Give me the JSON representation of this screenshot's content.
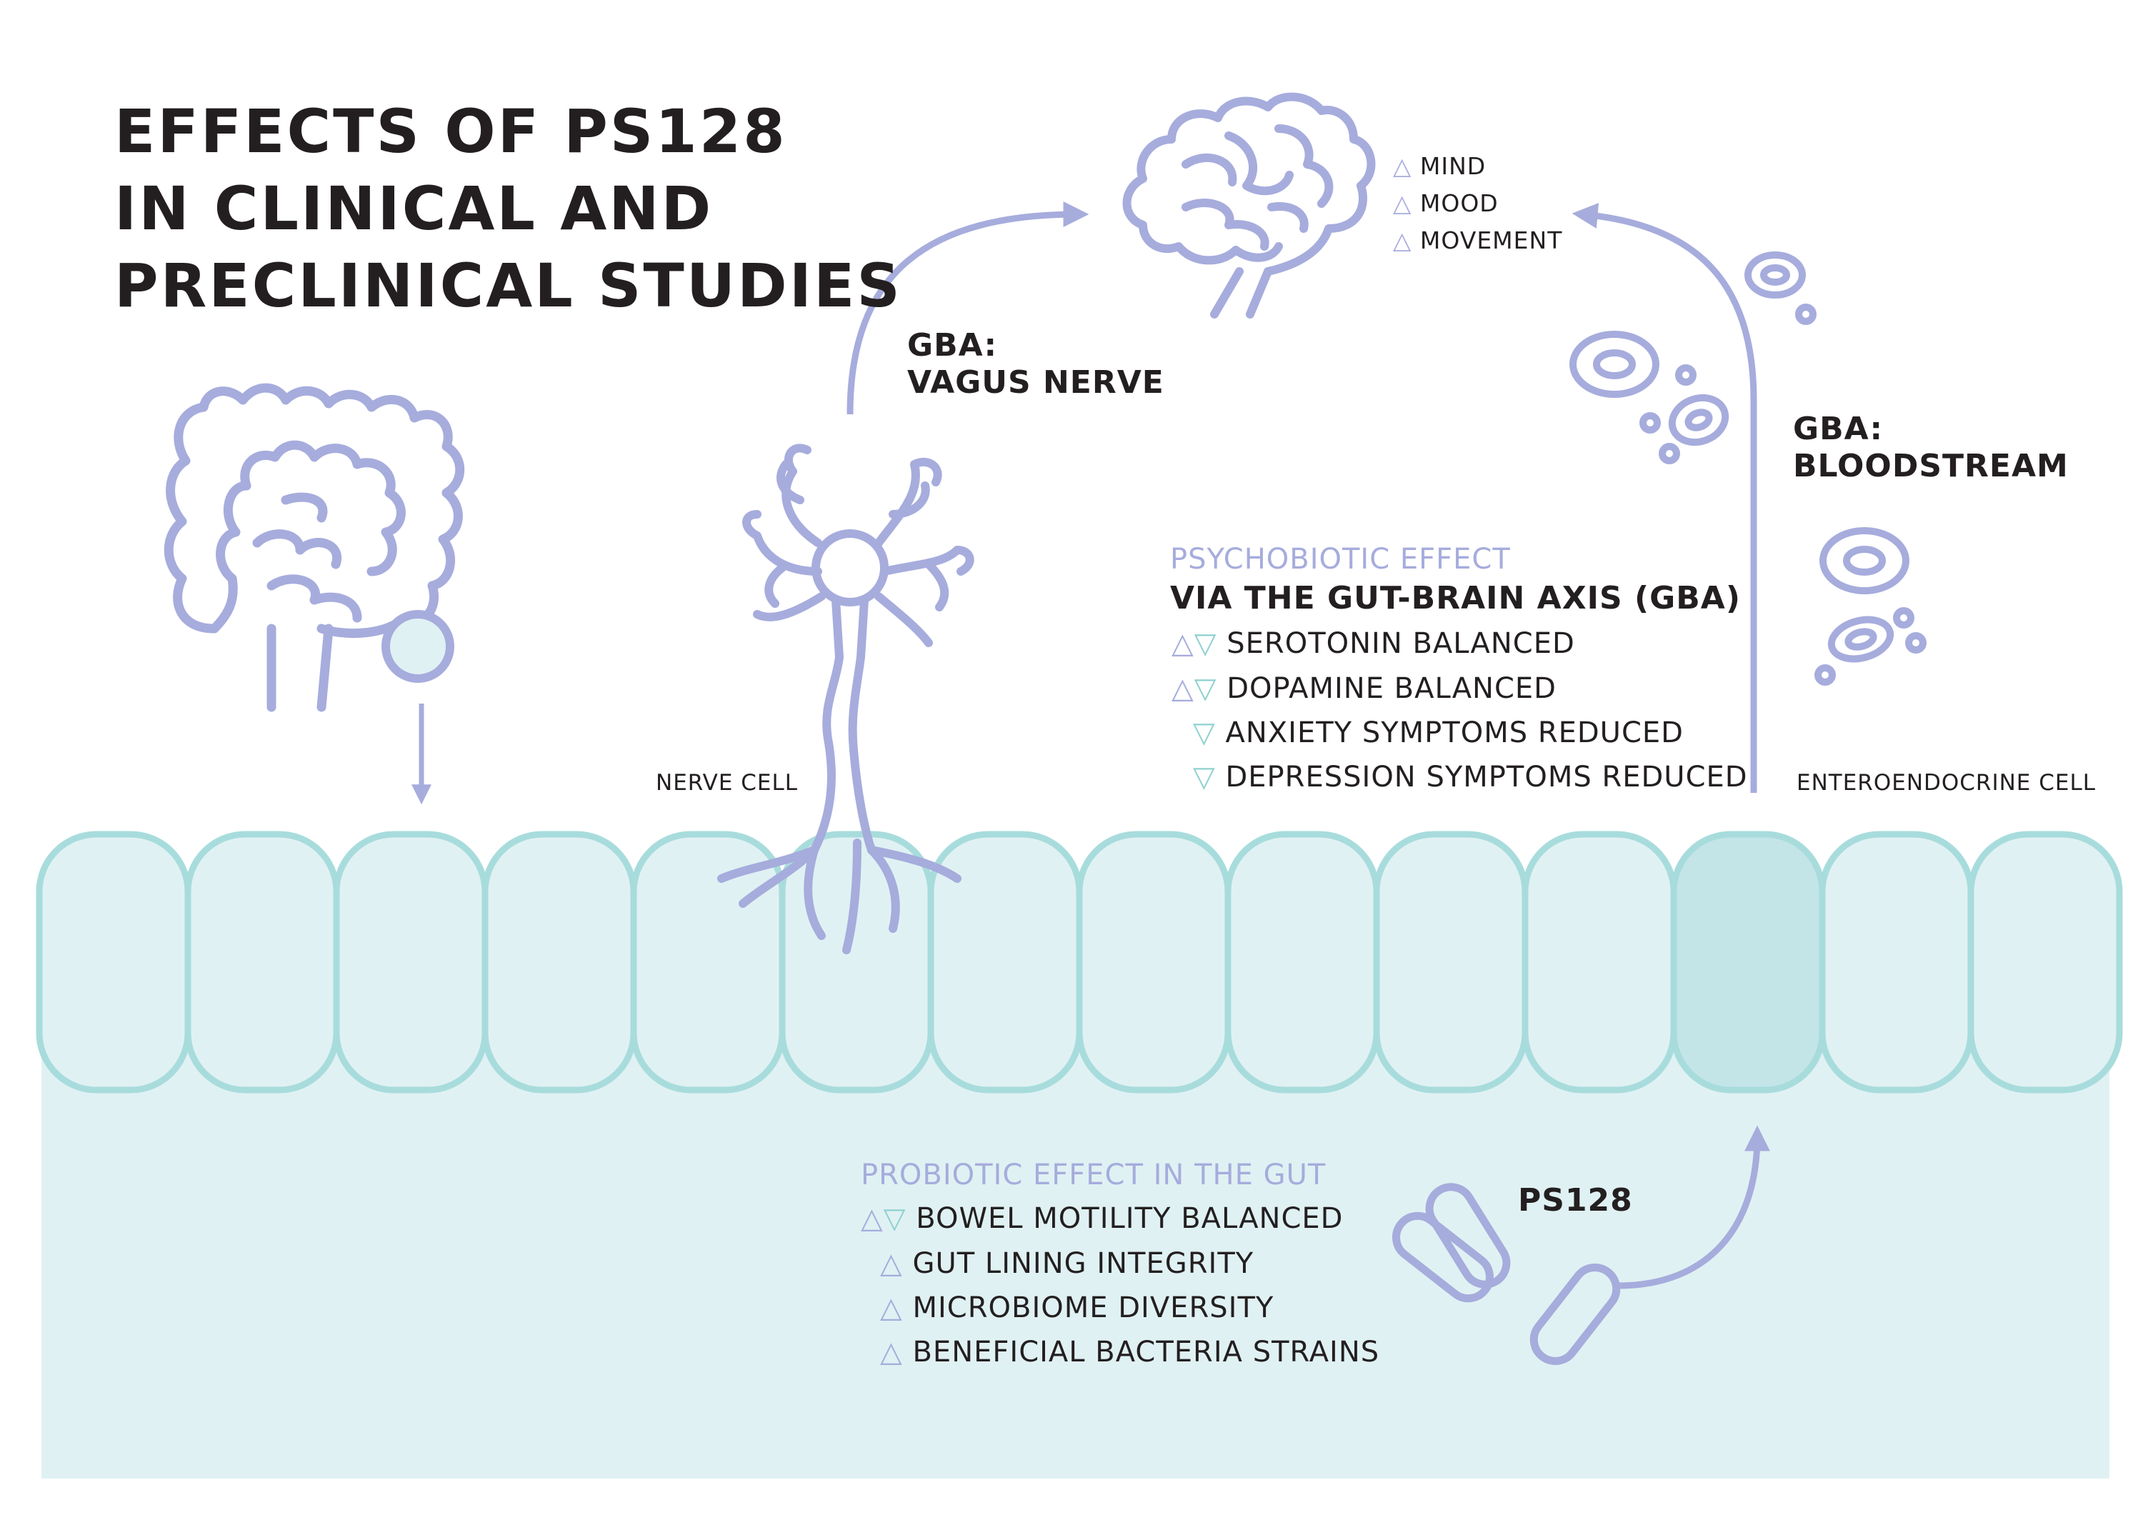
{
  "title": {
    "line1": "EFFECTS OF PS128",
    "line2": "IN CLINICAL AND",
    "line3": "PRECLINICAL STUDIES"
  },
  "brain_effects": [
    {
      "marker": "up",
      "text": "MIND"
    },
    {
      "marker": "up",
      "text": "MOOD"
    },
    {
      "marker": "up",
      "text": "MOVEMENT"
    }
  ],
  "vagus": {
    "line1": "GBA:",
    "line2": "VAGUS NERVE"
  },
  "bloodstream": {
    "line1": "GBA:",
    "line2": "BLOODSTREAM"
  },
  "nerve_cell_label": "NERVE CELL",
  "enteroendocrine_label": "ENTEROENDOCRINE CELL",
  "psychobiotic": {
    "heading": "PSYCHOBIOTIC EFFECT",
    "subheading": "VIA THE GUT-BRAIN AXIS (GBA)",
    "items": [
      {
        "marker": "both",
        "text": "SEROTONIN BALANCED"
      },
      {
        "marker": "both",
        "text": "DOPAMINE BALANCED"
      },
      {
        "marker": "down",
        "text": "ANXIETY SYMPTOMS REDUCED"
      },
      {
        "marker": "down",
        "text": "DEPRESSION SYMPTOMS REDUCED"
      }
    ]
  },
  "probiotic": {
    "heading": "PROBIOTIC EFFECT IN THE GUT",
    "items": [
      {
        "marker": "both",
        "text": "BOWEL MOTILITY BALANCED"
      },
      {
        "marker": "up",
        "text": "GUT LINING INTEGRITY"
      },
      {
        "marker": "up",
        "text": "MICROBIOME DIVERSITY"
      },
      {
        "marker": "up",
        "text": "BENEFICIAL BACTERIA STRAINS"
      }
    ]
  },
  "ps128_label": "PS128",
  "colors": {
    "purple": "#a6acdc",
    "teal": "#a8dcdc",
    "teal_fill": "#e0f1f3",
    "dark": "#231f20"
  }
}
